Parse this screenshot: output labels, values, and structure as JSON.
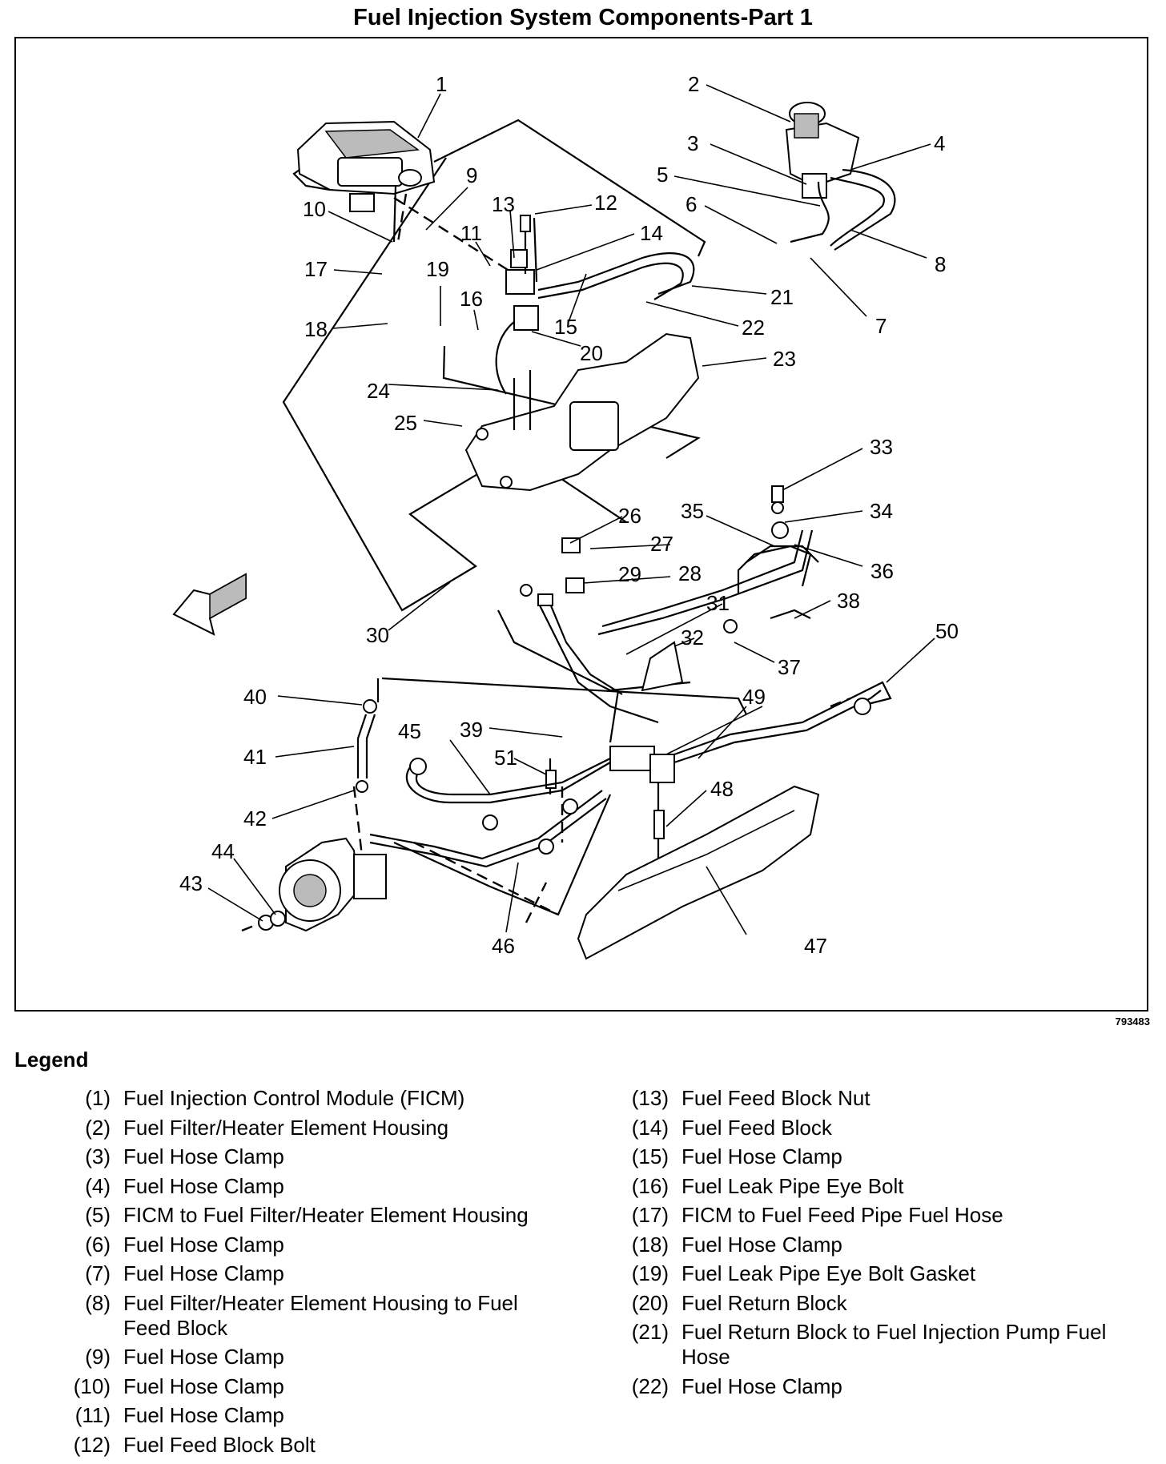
{
  "title": "Fuel Injection System Components-Part 1",
  "figure_ref": "793483",
  "legend_title": "Legend",
  "callouts": [
    "1",
    "2",
    "3",
    "4",
    "5",
    "6",
    "7",
    "8",
    "9",
    "10",
    "11",
    "12",
    "13",
    "14",
    "15",
    "16",
    "17",
    "18",
    "19",
    "20",
    "21",
    "22",
    "23",
    "24",
    "25",
    "26",
    "27",
    "28",
    "29",
    "30",
    "31",
    "32",
    "33",
    "34",
    "35",
    "36",
    "37",
    "38",
    "39",
    "40",
    "41",
    "42",
    "43",
    "44",
    "45",
    "46",
    "47",
    "48",
    "49",
    "50",
    "51"
  ],
  "legend_left": [
    {
      "num": "(1)",
      "text": "Fuel Injection Control Module (FICM)"
    },
    {
      "num": "(2)",
      "text": "Fuel Filter/Heater Element Housing"
    },
    {
      "num": "(3)",
      "text": "Fuel Hose Clamp"
    },
    {
      "num": "(4)",
      "text": "Fuel Hose Clamp"
    },
    {
      "num": "(5)",
      "text": "FICM to Fuel Filter/Heater Element Housing"
    },
    {
      "num": "(6)",
      "text": "Fuel Hose Clamp"
    },
    {
      "num": "(7)",
      "text": "Fuel Hose Clamp"
    },
    {
      "num": "(8)",
      "text": "Fuel Filter/Heater Element Housing to Fuel Feed Block"
    },
    {
      "num": "(9)",
      "text": "Fuel Hose Clamp"
    },
    {
      "num": "(10)",
      "text": "Fuel Hose Clamp"
    },
    {
      "num": "(11)",
      "text": "Fuel Hose Clamp"
    },
    {
      "num": "(12)",
      "text": "Fuel Feed Block Bolt"
    }
  ],
  "legend_right": [
    {
      "num": "(13)",
      "text": "Fuel Feed Block Nut"
    },
    {
      "num": "(14)",
      "text": "Fuel Feed Block"
    },
    {
      "num": "(15)",
      "text": "Fuel Hose Clamp"
    },
    {
      "num": "(16)",
      "text": "Fuel Leak Pipe Eye Bolt"
    },
    {
      "num": "(17)",
      "text": "FICM to Fuel Feed Pipe Fuel Hose"
    },
    {
      "num": "(18)",
      "text": "Fuel Hose Clamp"
    },
    {
      "num": "(19)",
      "text": "Fuel Leak Pipe Eye Bolt Gasket"
    },
    {
      "num": "(20)",
      "text": "Fuel Return Block"
    },
    {
      "num": "(21)",
      "text": "Fuel Return Block to Fuel Injection Pump Fuel Hose"
    },
    {
      "num": "(22)",
      "text": "Fuel Hose Clamp"
    }
  ]
}
